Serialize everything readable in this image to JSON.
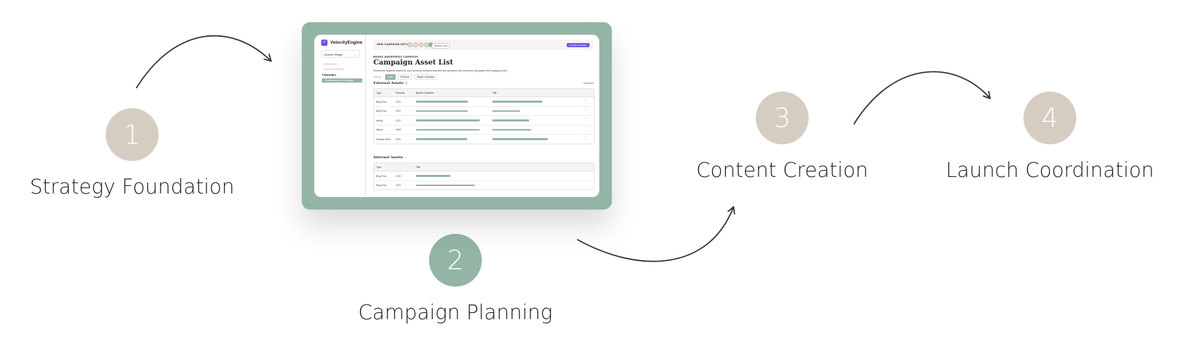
{
  "steps": [
    {
      "number": "1",
      "label": "Strategy Foundation"
    },
    {
      "number": "2",
      "label": "Campaign Planning"
    },
    {
      "number": "3",
      "label": "Content Creation"
    },
    {
      "number": "4",
      "label": "Launch Coordination"
    }
  ],
  "colors": {
    "step_beige": "#d6cdc2",
    "step_green": "#94b5a6",
    "arrow": "#333333",
    "accent": "#6a5ae0"
  },
  "screenshot": {
    "logo_text": "VelocityEngine",
    "sidebar": {
      "select_label": "Launch Design",
      "campaigns_label": "Campaigns",
      "active_item": "Brand Awareness Campaign"
    },
    "topbar": {
      "title": "NEW CAMPAIGN SETUP",
      "chip": "Review mode",
      "button": "Activate Campaign"
    },
    "eyebrow": "BRAND AWARENESS CAMPAIGN",
    "title": "Campaign Asset List",
    "description": "Review the targeted assets for each persona, transforming their key questions into resources that guide their buying journey.",
    "sort": {
      "label": "Sort by:",
      "options": [
        "Type",
        "Persona",
        "Buyer's Question"
      ]
    },
    "external": {
      "title": "External Assets",
      "add_label": "+ Add Asset",
      "headers": [
        "Type",
        "Persona",
        "Buyer's Question",
        "Title"
      ],
      "rows": [
        {
          "type": "Blog Post",
          "persona": "CEO",
          "question_fill": 0.75,
          "title_fill": 0.72
        },
        {
          "type": "Blog Post",
          "persona": "CEO",
          "question_fill": 0.75,
          "title_fill": 0.4
        },
        {
          "type": "eBook",
          "persona": "CEO",
          "question_fill": 0.92,
          "title_fill": 0.53
        },
        {
          "type": "eBook",
          "persona": "CMO",
          "question_fill": 0.92,
          "title_fill": 0.56
        },
        {
          "type": "Solution Brief",
          "persona": "CEO",
          "question_fill": 0.74,
          "title_fill": 0.8
        }
      ]
    },
    "internal": {
      "title": "Internal Assets",
      "headers": [
        "Type",
        "Title"
      ],
      "rows": [
        {
          "type": "Blog Post",
          "persona": "CEO",
          "title_fill": 0.2
        },
        {
          "type": "Blog Post",
          "persona": "CEO",
          "title_fill": 0.34
        }
      ]
    }
  }
}
